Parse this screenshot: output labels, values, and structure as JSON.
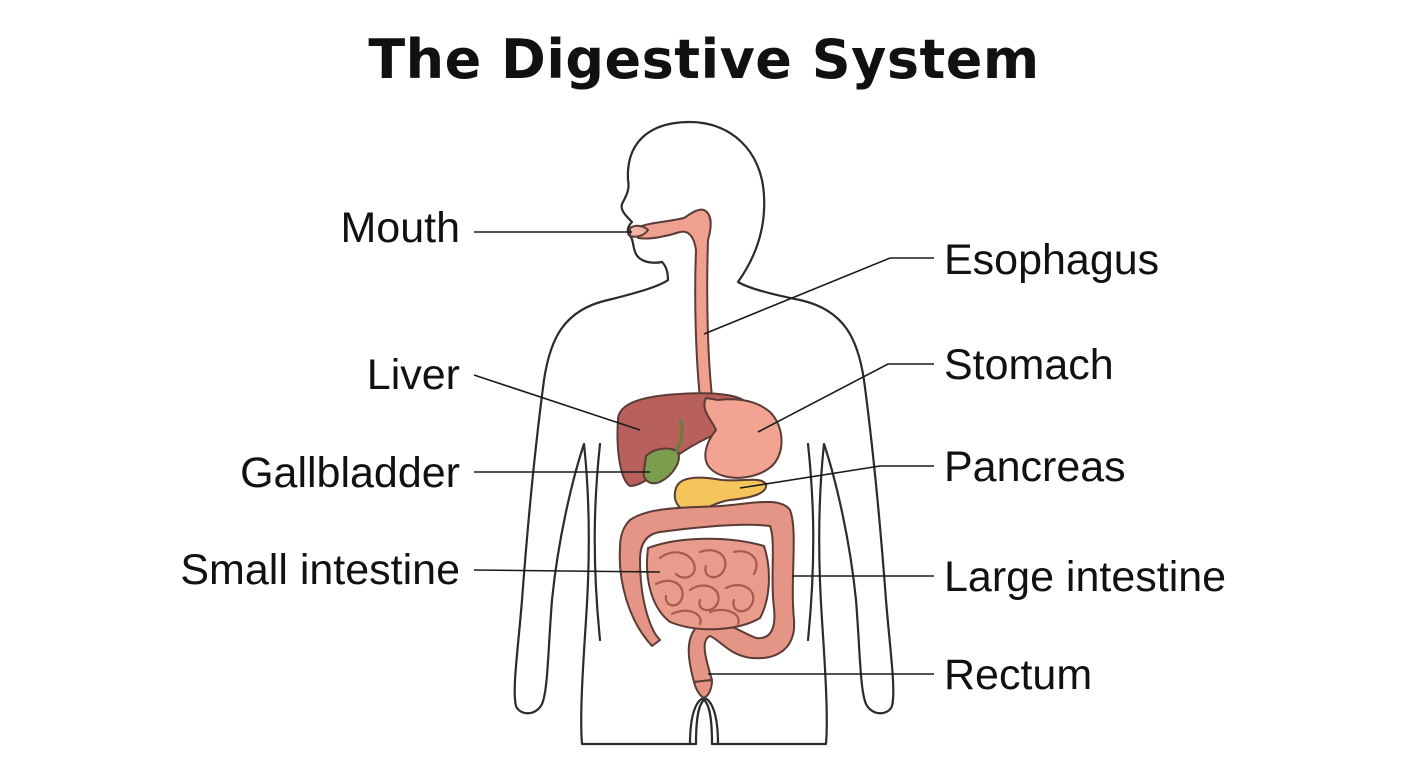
{
  "title": "The Digestive System",
  "colors": {
    "skin": "#fcefe9",
    "outline": "#2b2b2b",
    "liver": "#b8605c",
    "stomach": "#f2a391",
    "esophagus": "#f0a08f",
    "gallbladder": "#7a9e4d",
    "pancreas": "#f4c55a",
    "intestine": "#e99c8c",
    "large_intestine": "#e49585"
  },
  "labels": {
    "mouth": "Mouth",
    "esophagus": "Esophagus",
    "liver": "Liver",
    "stomach": "Stomach",
    "gallbladder": "Gallbladder",
    "pancreas": "Pancreas",
    "small_intestine": "Small intestine",
    "large_intestine": "Large intestine",
    "rectum": "Rectum"
  }
}
